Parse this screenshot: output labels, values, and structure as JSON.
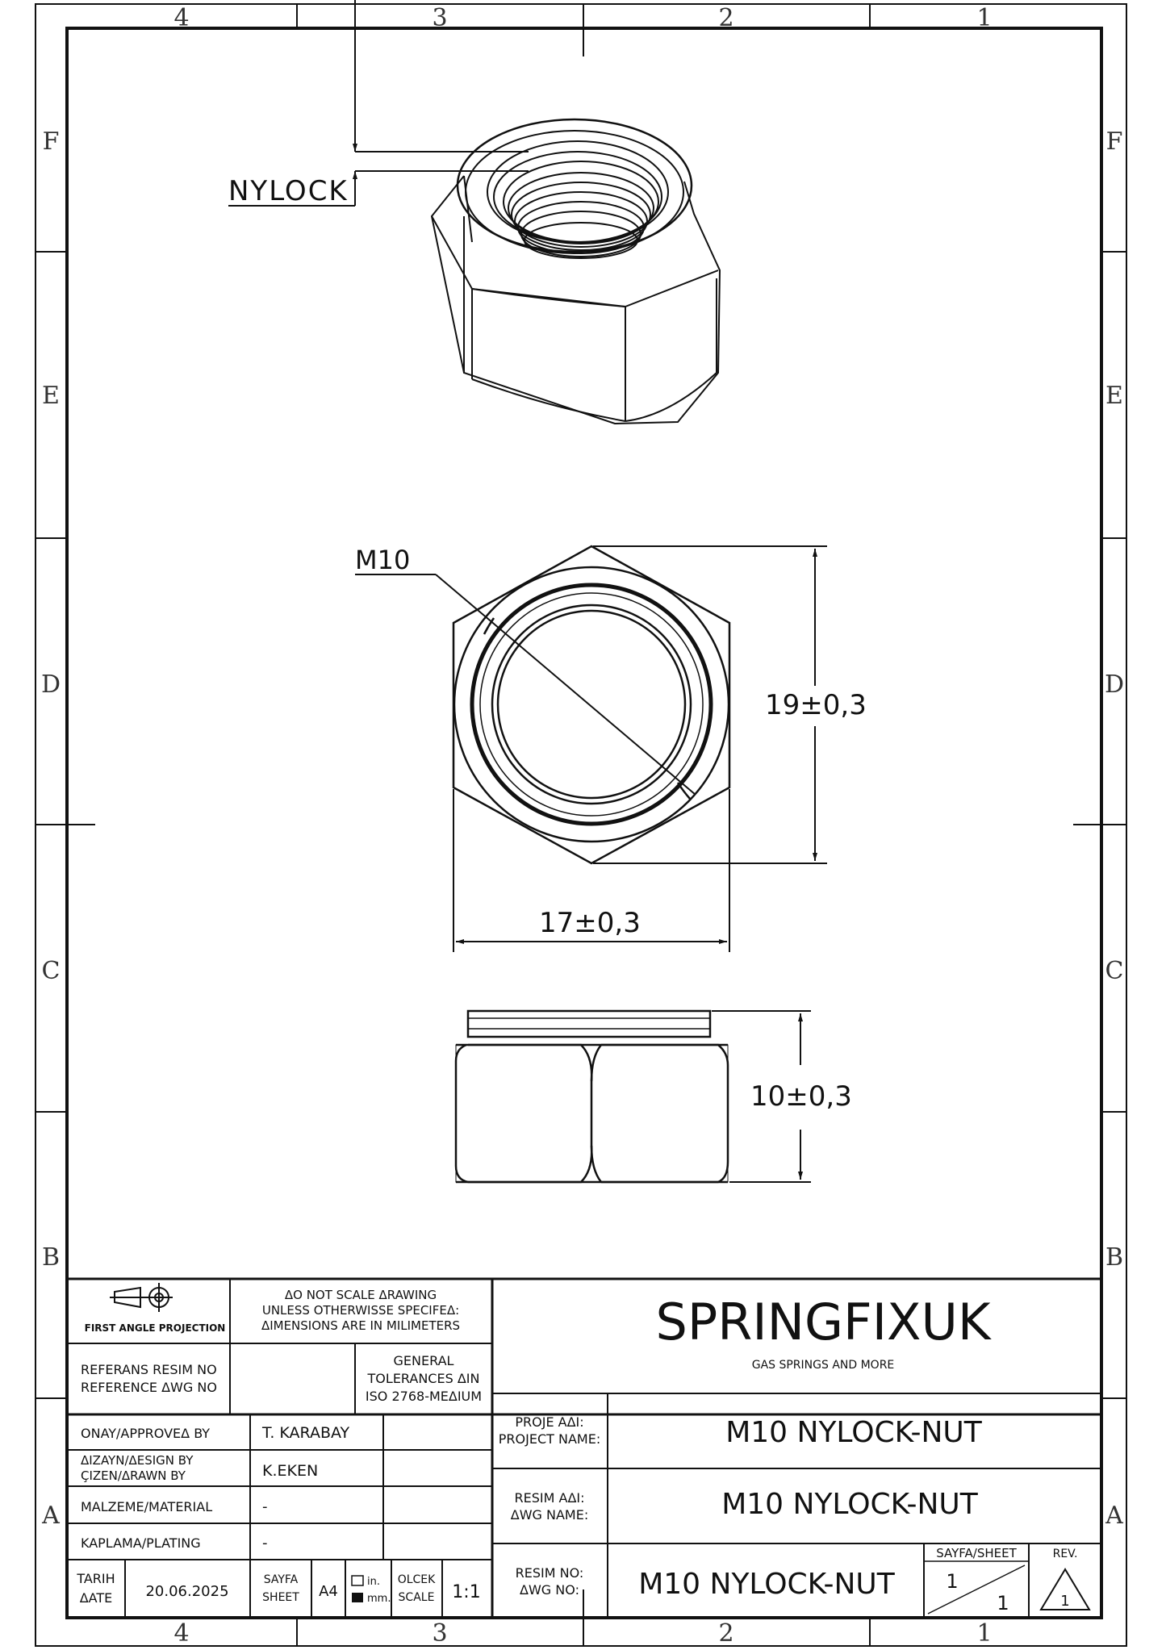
{
  "zones": {
    "columns": [
      "4",
      "3",
      "2",
      "1"
    ],
    "rows": [
      "F",
      "E",
      "D",
      "C",
      "B",
      "A"
    ]
  },
  "views": {
    "iso": {
      "leader_label": "NYLOCK"
    },
    "top": {
      "thread_label": "M10",
      "width_dim": "17±0,3",
      "height_dim": "19±0,3"
    },
    "side": {
      "height_dim": "10±0,3"
    }
  },
  "title_block": {
    "projection": "FIRST ANGLE PROJECTION",
    "scale_note": [
      "ΔO NOT SCALE ΔRAWING",
      "UNLESS OTHERWISSE SPECIFEΔ:",
      "ΔIMENSIONS ARE IN MILIMETERS"
    ],
    "reference": [
      "REFERANS RESIM NO",
      "REFERENCE ΔWG NO"
    ],
    "tolerances": [
      "GENERAL",
      "TOLERANCES ΔIN",
      "ISO 2768-MEΔIUM"
    ],
    "company": "SPRINGFIXUK",
    "tagline": "GAS SPRINGS AND MORE",
    "approved_label": "ONAY/APPROVEΔ BY",
    "approved_value": "T. KARABAY",
    "design_label": [
      "ΔIZAYN/ΔESIGN BY",
      "ÇIZEN/ΔRAWN BY"
    ],
    "design_value": "K.EKEN",
    "material_label": "MALZEME/MATERIAL",
    "material_value": "-",
    "plating_label": "KAPLAMA/PLATING",
    "plating_value": "-",
    "date_label": [
      "TARIH",
      "ΔATE"
    ],
    "date_value": "20.06.2025",
    "sheet_label": [
      "SAYFA",
      "SHEET"
    ],
    "sheet_size": "A4",
    "unit_in": "in.",
    "unit_mm": "mm.",
    "scale_label": [
      "OLCEK",
      "SCALE"
    ],
    "scale_value": "1:1",
    "project_label": [
      "PROJE AΔI:",
      "PROJECT NAME:"
    ],
    "project_value": "M10 NYLOCK-NUT",
    "dwg_name_label": [
      "RESIM AΔI:",
      "ΔWG NAME:"
    ],
    "dwg_name_value": "M10 NYLOCK-NUT",
    "dwg_no_label": [
      "RESIM NO:",
      "ΔWG NO:"
    ],
    "dwg_no_value": "M10 NYLOCK-NUT",
    "sayfa_label": "SAYFA/SHEET",
    "sheet_num": "1",
    "sheet_total": "1",
    "rev_label": "REV.",
    "rev_value": "1"
  }
}
